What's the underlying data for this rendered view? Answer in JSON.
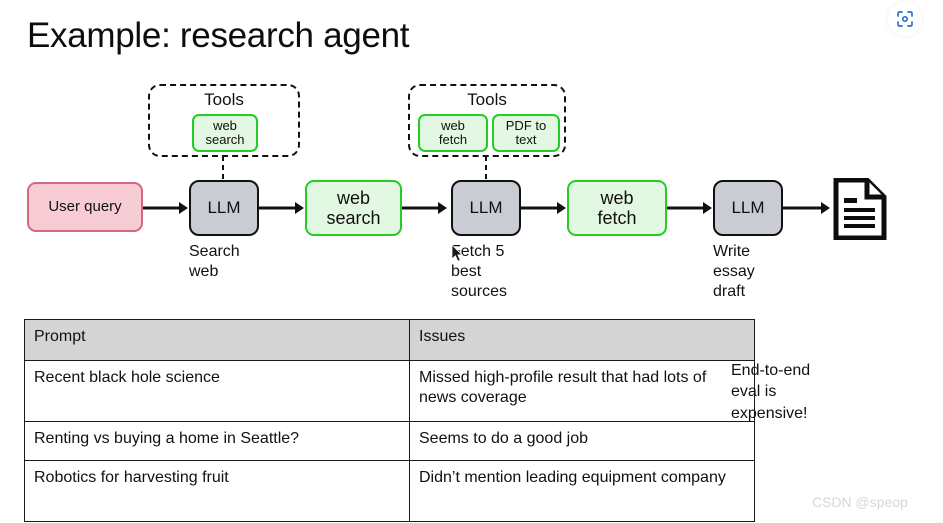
{
  "slide": {
    "title": "Example: research agent",
    "watermark": "CSDN @speop"
  },
  "top_right": {
    "icon": "scan-capture-icon"
  },
  "tool_groups": [
    {
      "label": "Tools",
      "tools": [
        {
          "line1": "web",
          "line2": "search"
        }
      ]
    },
    {
      "label": "Tools",
      "tools": [
        {
          "line1": "web",
          "line2": "fetch"
        },
        {
          "line1": "PDF to",
          "line2": "text"
        }
      ]
    }
  ],
  "flow": {
    "nodes": [
      {
        "id": "user-query",
        "label": "User query",
        "kind": "input",
        "caption": ""
      },
      {
        "id": "llm-1",
        "label": "LLM",
        "kind": "llm",
        "caption": "Search\nweb"
      },
      {
        "id": "web-search",
        "label": "web\nsearch",
        "line1": "web",
        "line2": "search",
        "kind": "tool"
      },
      {
        "id": "llm-2",
        "label": "LLM",
        "kind": "llm",
        "caption": "Fetch 5\nbest\nsources"
      },
      {
        "id": "web-fetch",
        "label": "web\nfetch",
        "line1": "web",
        "line2": "fetch",
        "kind": "tool"
      },
      {
        "id": "llm-3",
        "label": "LLM",
        "kind": "llm",
        "caption": "Write\nessay\ndraft"
      },
      {
        "id": "output-doc",
        "label": "",
        "kind": "document",
        "icon": "document-icon"
      }
    ],
    "captions": {
      "llm1_line1": "Search",
      "llm1_line2": "web",
      "llm2_line1": "Fetch 5",
      "llm2_line2": "best",
      "llm2_line3": "sources",
      "llm3_line1": "Write",
      "llm3_line2": "essay",
      "llm3_line3": "draft"
    }
  },
  "table": {
    "headers": [
      "Prompt",
      "Issues"
    ],
    "rows": [
      {
        "prompt": "Recent black hole science",
        "issues": "Missed high-profile result that had lots of news coverage"
      },
      {
        "prompt": "Renting vs buying a home in Seattle?",
        "issues": "Seems to do a good job"
      },
      {
        "prompt": "Robotics for harvesting fruit",
        "issues": "Didn’t mention leading equipment company"
      }
    ]
  },
  "side_note": {
    "line1": "End-to-end",
    "line2": "eval is",
    "line3": "expensive!"
  },
  "colors": {
    "user_fill": "#f8ccd4",
    "user_border": "#d4687d",
    "llm_fill": "#c9ccd3",
    "llm_border": "#111111",
    "tool_fill": "#e2f8e2",
    "tool_border": "#25cc25",
    "table_header_fill": "#d4d4d4",
    "scan_icon": "#2f6fd0"
  }
}
